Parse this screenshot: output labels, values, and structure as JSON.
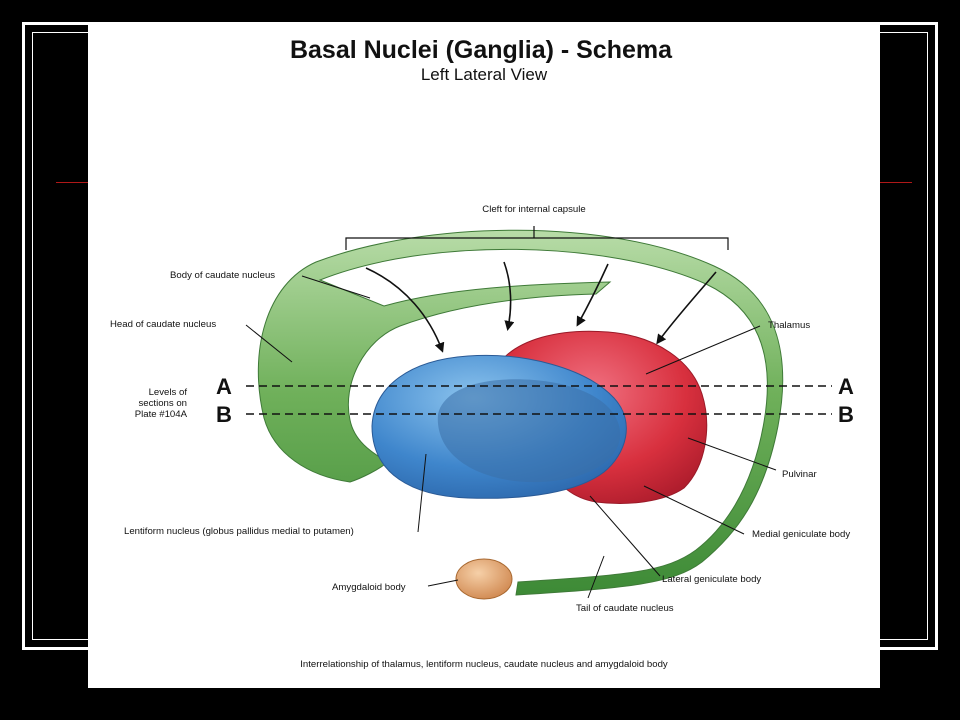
{
  "slide": {
    "title": "Basal Nuclei (Ganglia) - Schema",
    "subtitle": "Left Lateral View"
  },
  "labels": {
    "cleft": "Cleft for internal capsule",
    "body_caudate": "Body of caudate nucleus",
    "head_caudate": "Head of caudate nucleus",
    "thalamus": "Thalamus",
    "levels_line1": "Levels of",
    "levels_line2": "sections on",
    "levels_line3": "Plate #104A",
    "pulvinar": "Pulvinar",
    "medial_geniculate": "Medial geniculate body",
    "lateral_geniculate": "Lateral geniculate body",
    "lentiform": "Lentiform nucleus (globus pallidus medial to putamen)",
    "amygdaloid": "Amygdaloid body",
    "tail_caudate": "Tail of caudate nucleus"
  },
  "section_markers": {
    "a": "A",
    "b": "B"
  },
  "caption": "Interrelationship of thalamus, lentiform nucleus, caudate nucleus and amygdaloid body",
  "colors": {
    "caudate": "#6fb05a",
    "thalamus": "#d8303e",
    "lentiform": "#3f86cc",
    "amygdaloid": "#e0a070",
    "accent_line": "#b01818"
  }
}
